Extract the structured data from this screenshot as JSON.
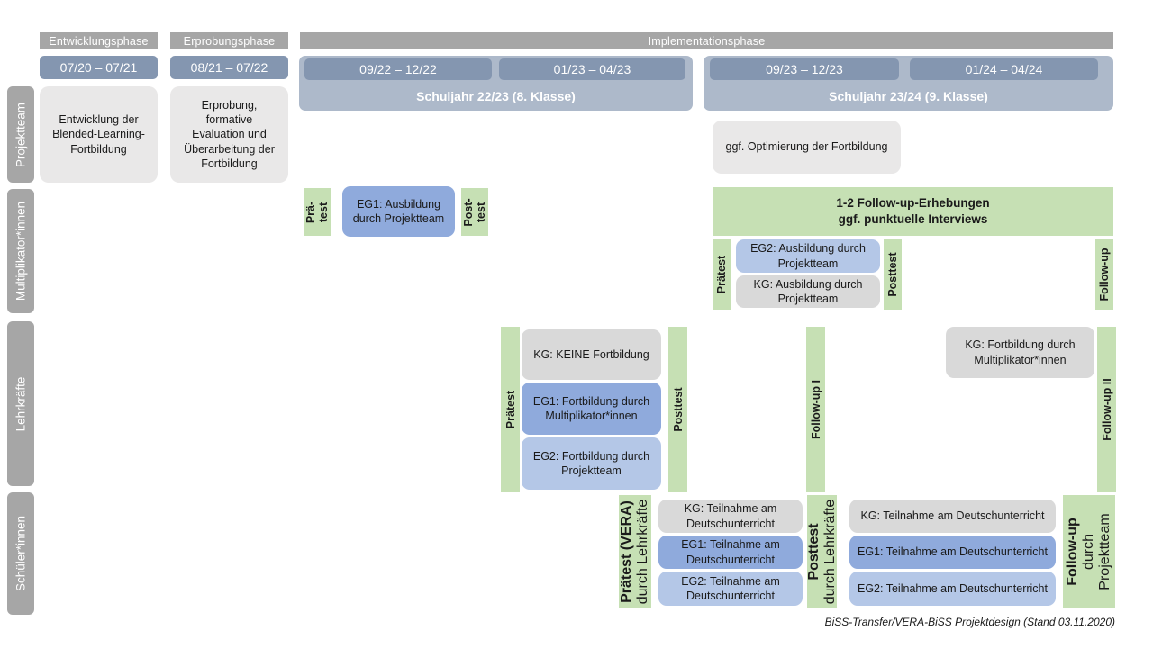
{
  "colors": {
    "header_gray": "#a6a6a6",
    "period_blue": "#8496b0",
    "schoolyear_blue": "#adb9ca",
    "green": "#c6e0b4",
    "eg1_blue": "#8faadc",
    "eg2_blue": "#b4c7e7",
    "kg_gray": "#d9d9d9",
    "box_gray": "#e9e8e8"
  },
  "phases": {
    "entwicklung": "Entwicklungsphase",
    "erprobung": "Erprobungsphase",
    "implementation": "Implementationsphase"
  },
  "periods": {
    "p1": "07/20 – 07/21",
    "p2": "08/21 – 07/22",
    "p3": "09/22 – 12/22",
    "p4": "01/23 – 04/23",
    "p5": "09/23 – 12/23",
    "p6": "01/24 – 04/24"
  },
  "school_years": {
    "sy1": "Schuljahr 22/23 (8. Klasse)",
    "sy2": "Schuljahr 23/24 (9. Klasse)"
  },
  "row_labels": {
    "projektteam": "Projektteam",
    "multiplikatoren": "Multiplikator*innen",
    "lehrkraefte": "Lehrkräfte",
    "schueler": "Schüler*innen"
  },
  "projektteam": {
    "entwicklung": "Entwicklung der Blended-Learning-Fortbildung",
    "erprobung": "Erprobung, formative Evaluation und Überarbeitung der Fortbildung",
    "optimierung": "ggf. Optimierung der Fortbildung"
  },
  "multiplikatoren": {
    "praetest_klein": {
      "line1": "Prä-",
      "line2": "test"
    },
    "eg1": "EG1: Ausbildung durch Projektteam",
    "posttest_klein": {
      "line1": "Post-",
      "line2": "test"
    },
    "followup_erhebungen": {
      "line1": "1-2 Follow-up-Erhebungen",
      "line2": "ggf. punktuelle Interviews"
    },
    "praetest": "Prätest",
    "eg2": "EG2: Ausbildung durch Projektteam",
    "kg": "KG: Ausbildung durch Projektteam",
    "posttest": "Posttest",
    "followup": "Follow-up"
  },
  "lehrkraefte": {
    "praetest": "Prätest",
    "kg": "KG: KEINE Fortbildung",
    "eg1": "EG1: Fortbildung durch Multiplikator*innen",
    "eg2": "EG2: Fortbildung durch Projektteam",
    "posttest": "Posttest",
    "followup1": "Follow-up I",
    "kg_fortbildung": "KG: Fortbildung durch Multiplikator*innen",
    "followup2": "Follow-up II"
  },
  "schueler": {
    "praetest": {
      "line1": "Prätest (VERA)",
      "line2": "durch Lehrkräfte"
    },
    "kg1": "KG: Teilnahme am Deutschunterricht",
    "eg1_1": "EG1: Teilnahme am Deutschunterricht",
    "eg2_1": "EG2: Teilnahme am Deutschunterricht",
    "posttest": {
      "line1": "Posttest",
      "line2": "durch Lehrkräfte"
    },
    "kg2": "KG: Teilnahme am Deutschunterricht",
    "eg1_2": "EG1: Teilnahme am Deutschunterricht",
    "eg2_2": "EG2: Teilnahme am Deutschunterricht",
    "followup": {
      "line1": "Follow-up",
      "line2": "durch",
      "line3": "Projektteam"
    }
  },
  "footer": {
    "caption": "BiSS-Transfer/VERA-BiSS Projektdesign (Stand 03.11.2020)"
  }
}
